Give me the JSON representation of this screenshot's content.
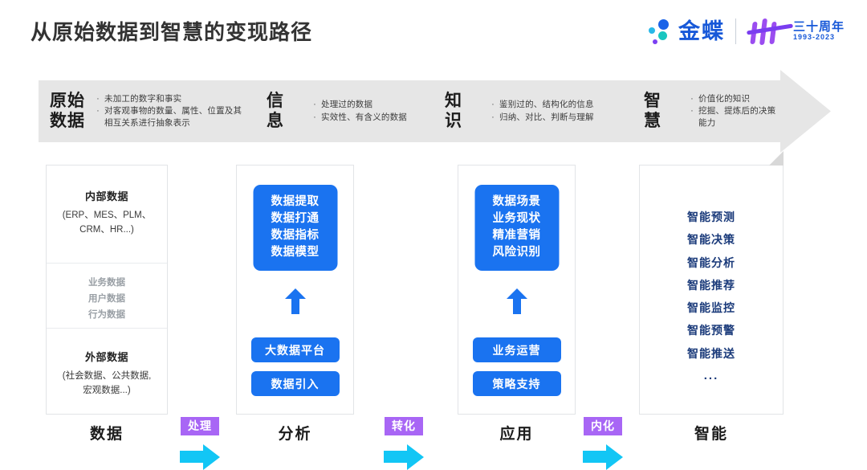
{
  "header": {
    "title": "从原始数据到智慧的变现路径",
    "brand": {
      "name": "金蝶",
      "anniversary_title": "三十周年",
      "anniversary_years": "1993-2023"
    }
  },
  "banner": {
    "stages": [
      {
        "name": "原始\n数据",
        "name_line1": "原始",
        "name_line2": "数据",
        "bullets": [
          "未加工的数字和事实",
          "对客观事物的数量、属性、位置及其相互关系进行抽象表示"
        ]
      },
      {
        "name_line1": "信",
        "name_line2": "息",
        "bullets": [
          "处理过的数据",
          "实效性、有含义的数据"
        ]
      },
      {
        "name_line1": "知",
        "name_line2": "识",
        "bullets": [
          "鉴别过的、结构化的信息",
          "归纳、对比、判断与理解"
        ]
      },
      {
        "name_line1": "智",
        "name_line2": "慧",
        "bullets": [
          "价值化的知识",
          "挖掘、提炼后的决策能力"
        ]
      }
    ]
  },
  "pipeline": {
    "card_data": {
      "internal_title": "内部数据",
      "internal_sub_line1": "(ERP、MES、PLM、",
      "internal_sub_line2": "CRM、HR...)",
      "middle_items": [
        "业务数据",
        "用户数据",
        "行为数据"
      ],
      "external_title": "外部数据",
      "external_sub_line1": "(社会数据、公共数据,",
      "external_sub_line2": "宏观数据...)"
    },
    "card_analysis": {
      "panel_items": [
        "数据提取",
        "数据打通",
        "数据指标",
        "数据模型"
      ],
      "pill_1": "大数据平台",
      "pill_2": "数据引入"
    },
    "card_app": {
      "panel_items": [
        "数据场景",
        "业务现状",
        "精准营销",
        "风险识别"
      ],
      "pill_1": "业务运营",
      "pill_2": "策略支持"
    },
    "card_intel": {
      "items": [
        "智能预测",
        "智能决策",
        "智能分析",
        "智能推荐",
        "智能监控",
        "智能预警",
        "智能推送"
      ],
      "ellipsis": "..."
    }
  },
  "connectors": [
    {
      "label": "处理"
    },
    {
      "label": "转化"
    },
    {
      "label": "内化"
    }
  ],
  "stage_labels": [
    "数据",
    "分析",
    "应用",
    "智能"
  ],
  "colors": {
    "accent_blue": "#1a73f0",
    "badge_purple": "#a866f5",
    "arrow_cyan": "#12c6f5",
    "banner_grey": "#e6e6e6",
    "intel_navy": "#1a3a7a",
    "brand_blue": "#1758d8"
  }
}
